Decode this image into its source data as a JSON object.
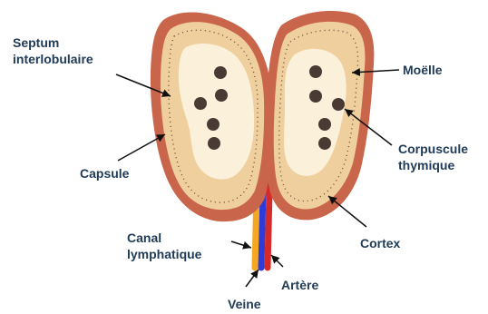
{
  "labels": {
    "septum": [
      "Septum",
      "interlobulaire"
    ],
    "capsule": "Capsule",
    "canal": [
      "Canal",
      "lymphatique"
    ],
    "veine": "Veine",
    "artere": "Artère",
    "cortex": "Cortex",
    "corpuscule": [
      "Corpuscule",
      "thymique"
    ],
    "moelle": "Moëlle"
  },
  "colors": {
    "capsule": "#c8654a",
    "cortex": "#f0cf9e",
    "medulla": "#fbf0da",
    "corpuscle": "#4a3a34",
    "artery": "#d62a2a",
    "vein": "#2e3bd6",
    "lymph": "#f5a623",
    "text": "#1f3b57"
  }
}
